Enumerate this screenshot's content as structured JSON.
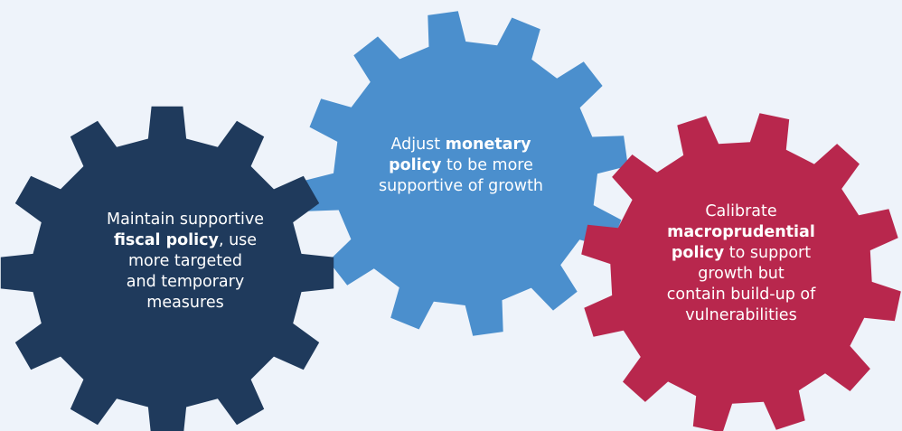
{
  "colors": {
    "background": "#eef3fa",
    "fiscal_gear": "#1f3a5c",
    "monetary_gear": "#4b8fcd",
    "macroprudential_gear": "#b8274d",
    "text": "#ffffff"
  },
  "gears": {
    "fiscal": {
      "lines": [
        [
          {
            "t": "Maintain supportive",
            "b": false
          }
        ],
        [
          {
            "t": "fiscal policy",
            "b": true
          },
          {
            "t": ", use",
            "b": false
          }
        ],
        [
          {
            "t": "more targeted",
            "b": false
          }
        ],
        [
          {
            "t": "and temporary",
            "b": false
          }
        ],
        [
          {
            "t": "measures",
            "b": false
          }
        ]
      ]
    },
    "monetary": {
      "lines": [
        [
          {
            "t": "Adjust ",
            "b": false
          },
          {
            "t": "monetary",
            "b": true
          }
        ],
        [
          {
            "t": "policy",
            "b": true
          },
          {
            "t": " to be more",
            "b": false
          }
        ],
        [
          {
            "t": "supportive of growth",
            "b": false
          }
        ]
      ]
    },
    "macroprudential": {
      "lines": [
        [
          {
            "t": "Calibrate",
            "b": false
          }
        ],
        [
          {
            "t": "macroprudential",
            "b": true
          }
        ],
        [
          {
            "t": "policy",
            "b": true
          },
          {
            "t": " to support",
            "b": false
          }
        ],
        [
          {
            "t": "growth but",
            "b": false
          }
        ],
        [
          {
            "t": "contain build-up of",
            "b": false
          }
        ],
        [
          {
            "t": "vulnerabilities",
            "b": false
          }
        ]
      ]
    }
  }
}
